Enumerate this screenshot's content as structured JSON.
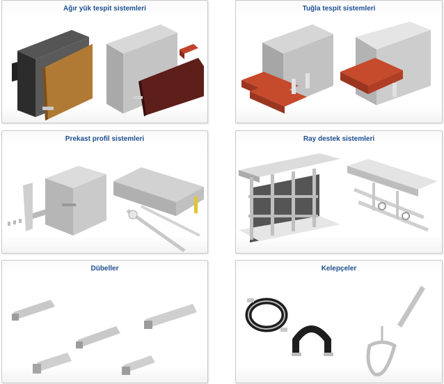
{
  "cards": [
    {
      "title": "Ağır yük tespit sistemleri"
    },
    {
      "title": "Tuğla tespit sistemleri"
    },
    {
      "title": "Prekast profil sistemleri"
    },
    {
      "title": "Ray destek sistemleri"
    },
    {
      "title": "Dübeller"
    },
    {
      "title": "Kelepçeler"
    }
  ]
}
